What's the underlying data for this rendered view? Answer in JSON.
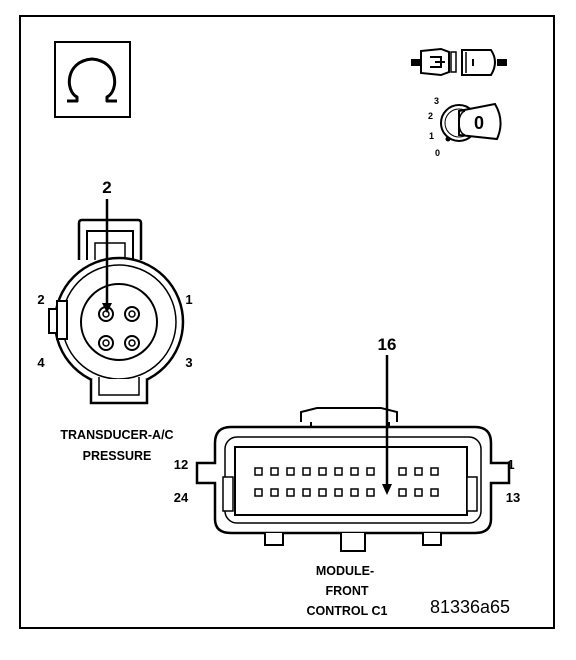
{
  "ohmmeter_symbol": "Ω",
  "ignition": {
    "positions": [
      "3",
      "2",
      "1",
      "0"
    ],
    "key_text": "0"
  },
  "transducer": {
    "callout_pin": "2",
    "pins": {
      "top_left": "2",
      "top_right": "1",
      "bottom_left": "4",
      "bottom_right": "3"
    },
    "label_line1": "TRANSDUCER-A/C",
    "label_line2": "PRESSURE"
  },
  "module": {
    "callout_pin": "16",
    "pins": {
      "top_left": "12",
      "top_right": "1",
      "bottom_left": "24",
      "bottom_right": "13"
    },
    "label_line1": "MODULE-",
    "label_line2": "FRONT",
    "label_line3": "CONTROL C1"
  },
  "figure_id": "81336a65"
}
